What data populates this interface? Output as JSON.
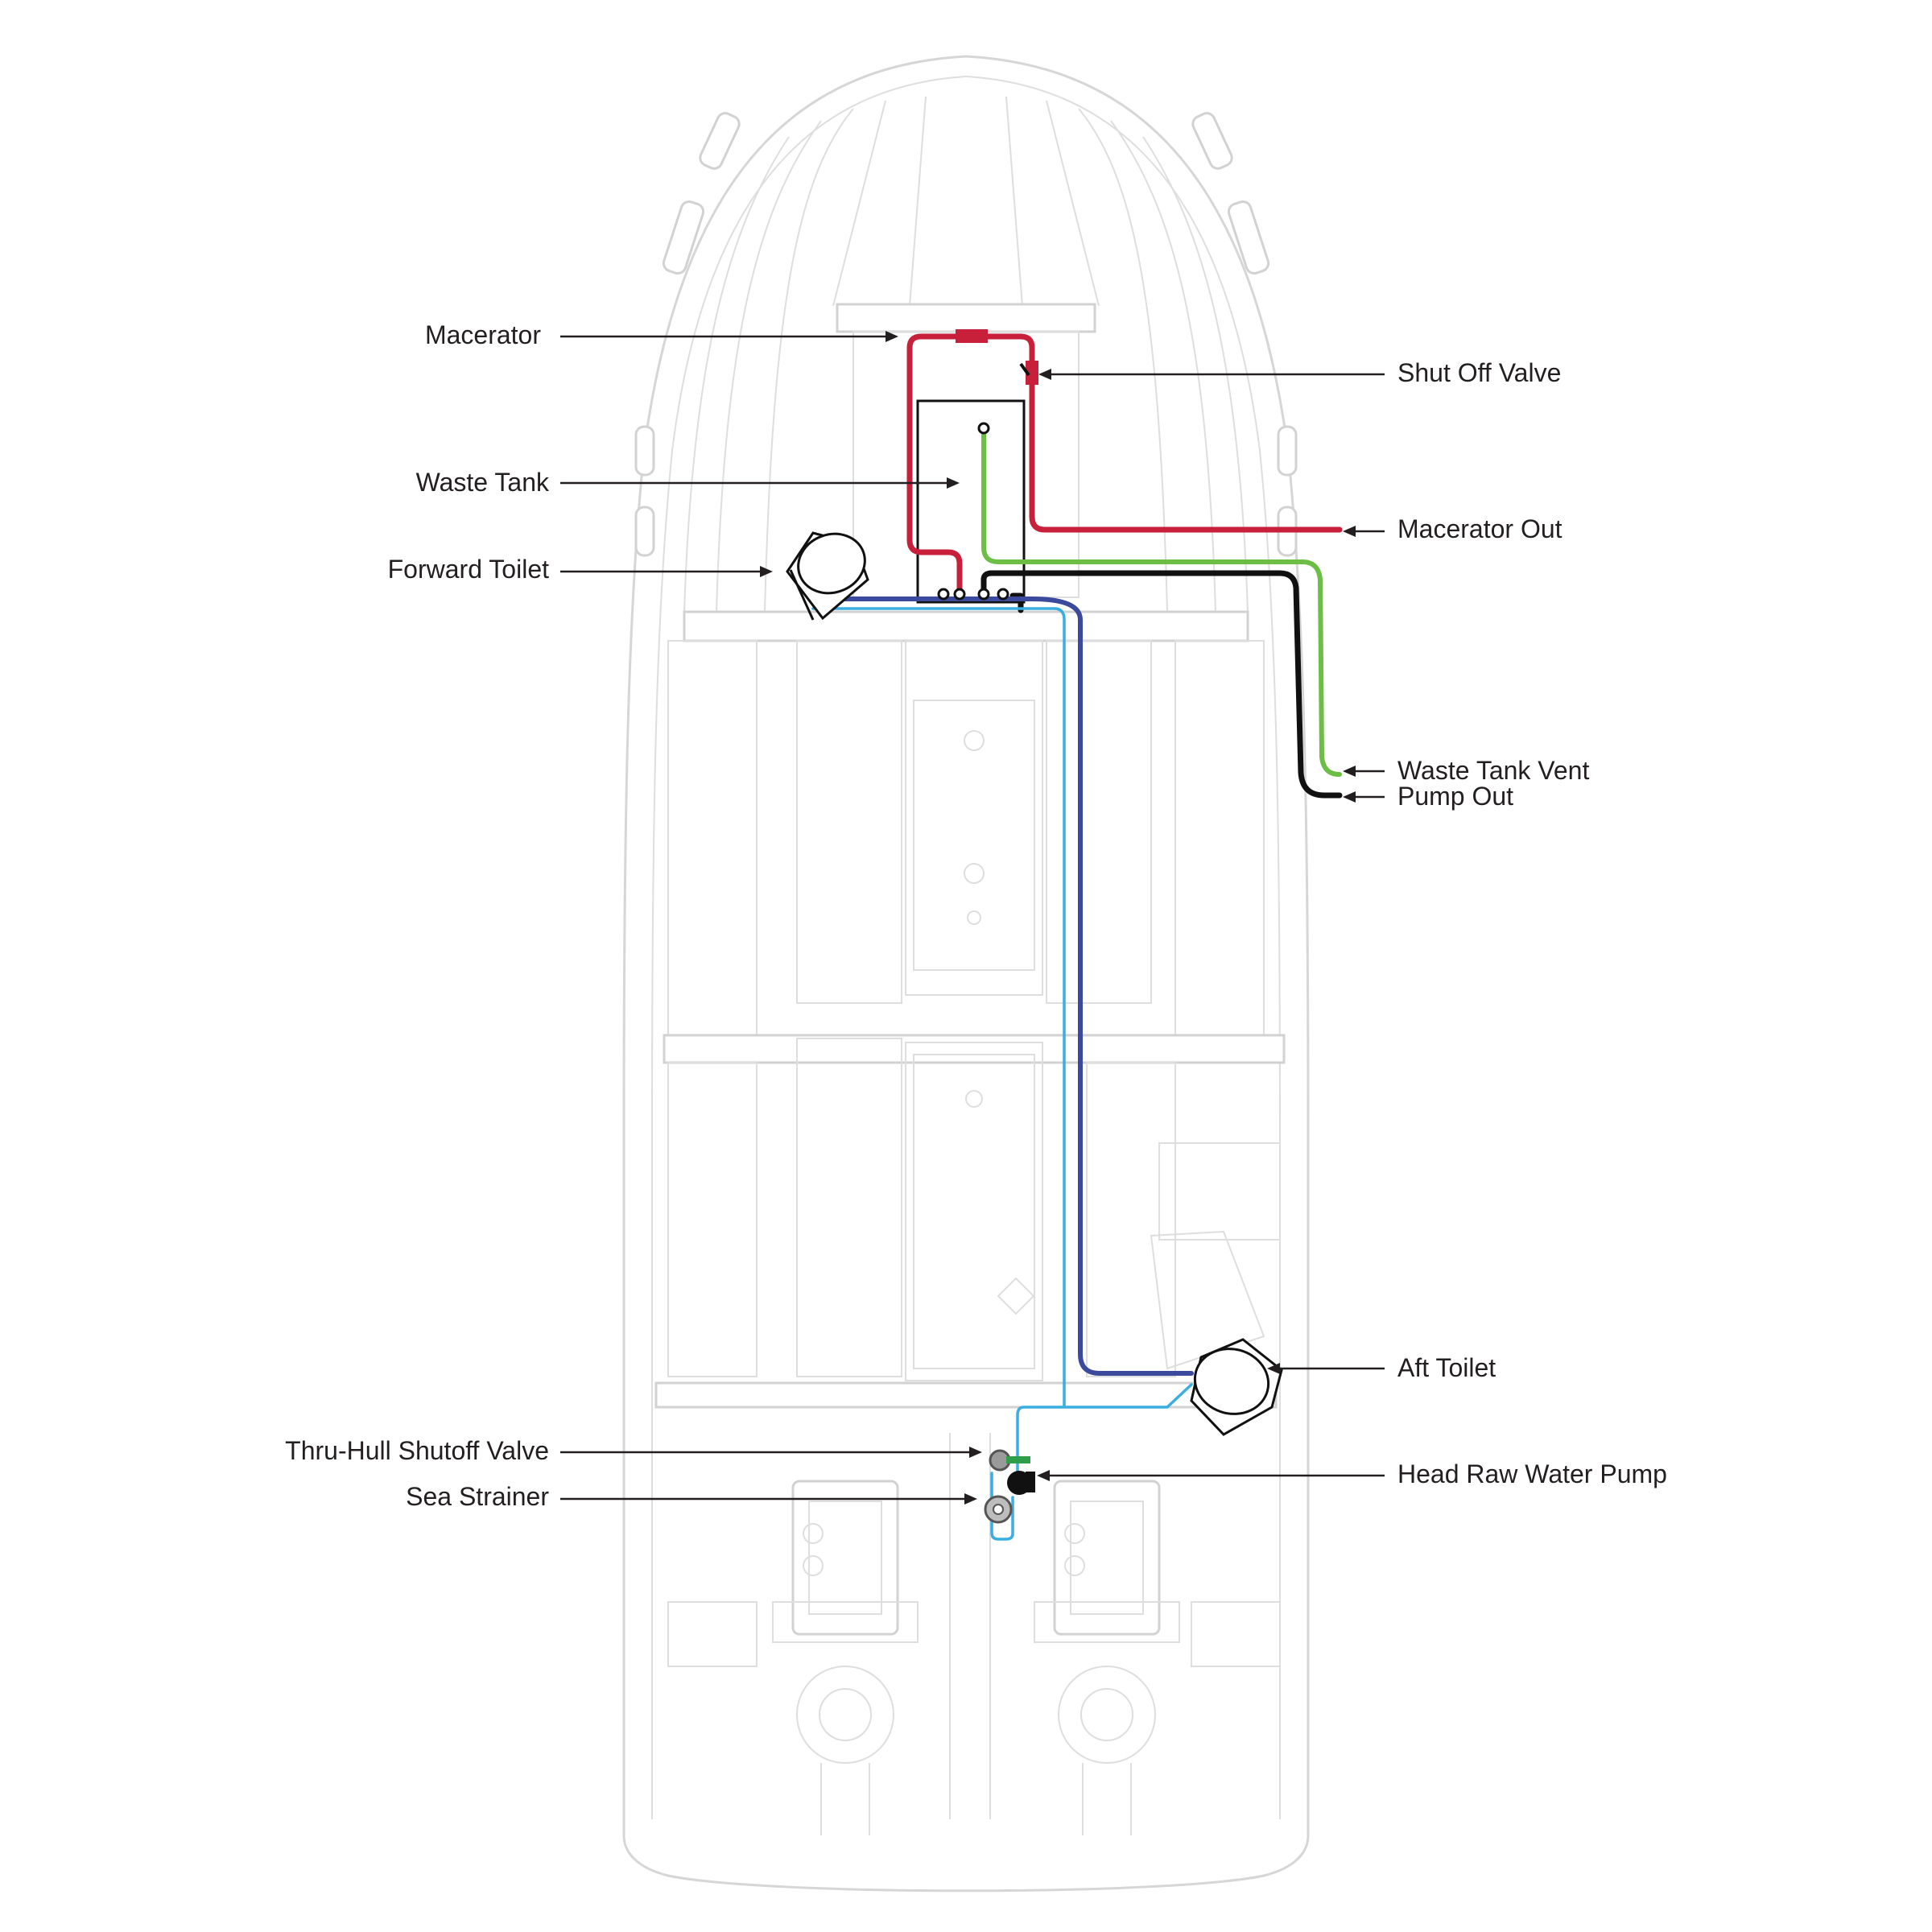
{
  "labels": {
    "macerator": "Macerator",
    "shut_off_valve": "Shut Off Valve",
    "waste_tank": "Waste Tank",
    "macerator_out": "Macerator Out",
    "forward_toilet": "Forward Toilet",
    "waste_tank_vent": "Waste Tank Vent",
    "pump_out": "Pump Out",
    "aft_toilet": "Aft Toilet",
    "thru_hull_shutoff_valve": "Thru-Hull Shutoff Valve",
    "head_raw_water_pump": "Head Raw Water Pump",
    "sea_strainer": "Sea Strainer"
  },
  "colors": {
    "macerator_line": "#c8203a",
    "vent_line": "#6cbe45",
    "pump_out_line": "#111111",
    "toilet_discharge_line": "#3b4a9c",
    "raw_water_line": "#3aaee0",
    "thru_hull_valve": "#2e9e4a",
    "hull_outline": "#d6d6d6",
    "label_text": "#231f20"
  }
}
